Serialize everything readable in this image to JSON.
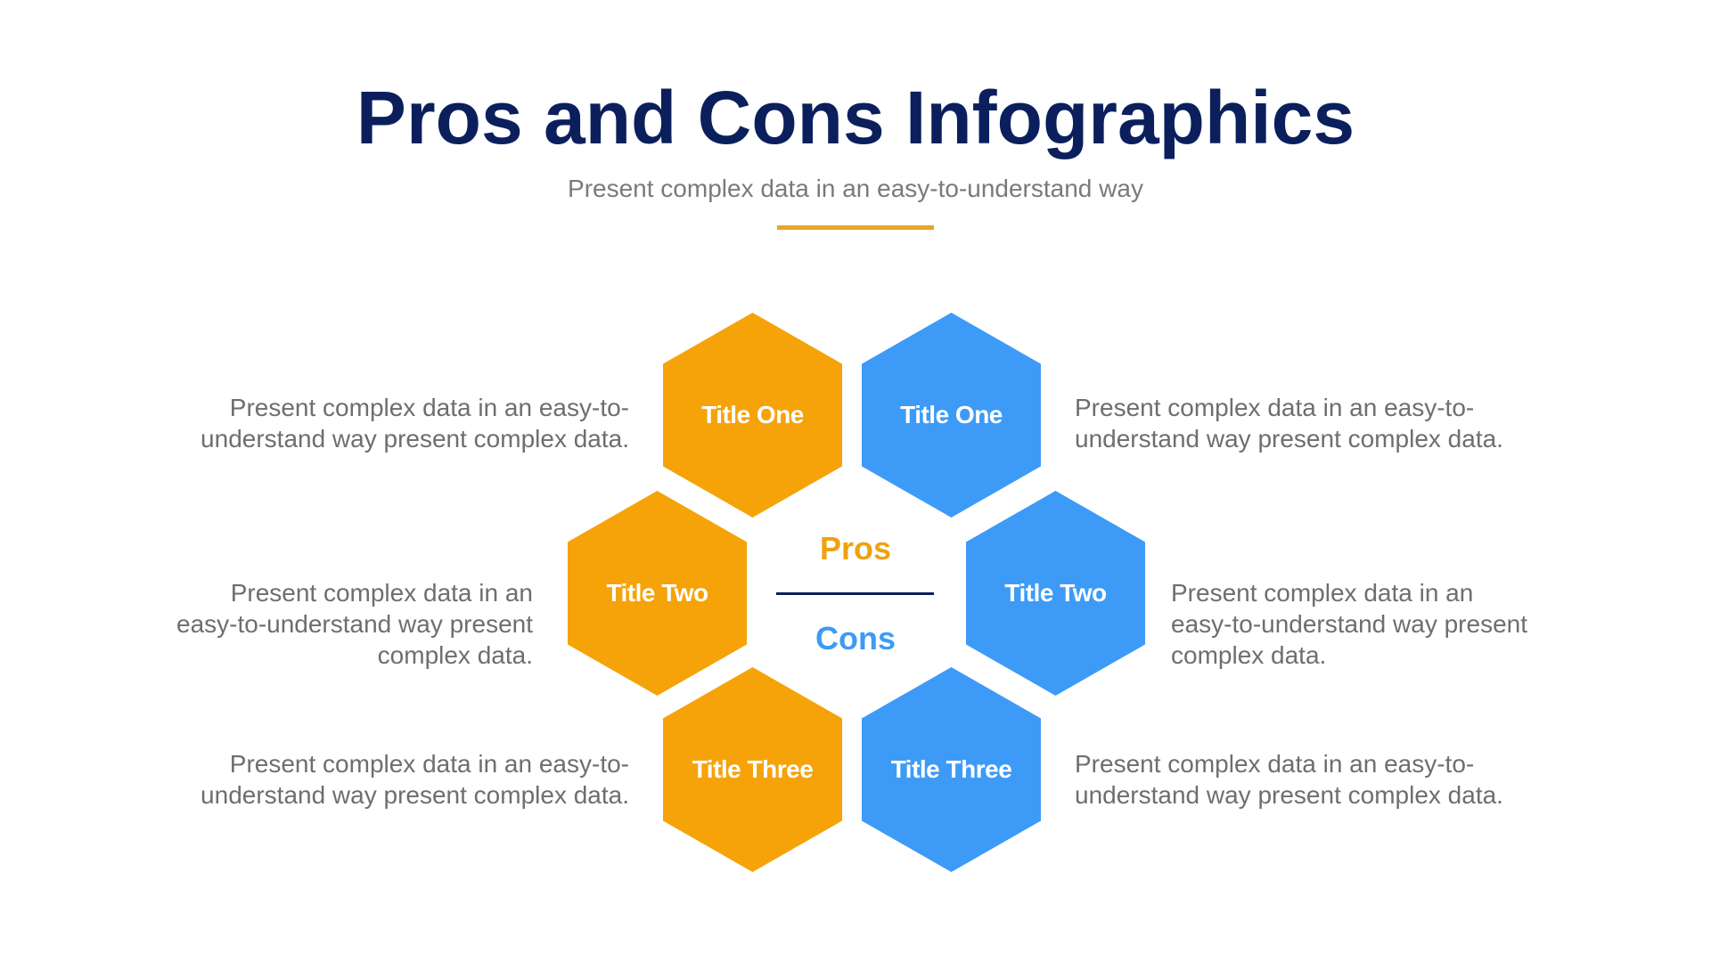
{
  "header": {
    "title": "Pros and Cons Infographics",
    "subtitle": "Present complex data in an easy-to-understand way"
  },
  "colors": {
    "title": "#0B1F5C",
    "accent_rule": "#E8A628",
    "pros": "#F5A309",
    "cons": "#3D9BF7",
    "body_text": "#6e6e6e"
  },
  "center": {
    "pros_label": "Pros",
    "cons_label": "Cons"
  },
  "pros": [
    {
      "title": "Title One",
      "description": "Present complex data in an easy-to-\nunderstand way present complex data."
    },
    {
      "title": "Title Two",
      "description": "Present complex data in an\neasy-to-understand way present\ncomplex data."
    },
    {
      "title": "Title Three",
      "description": "Present complex data in an easy-to-\nunderstand way present complex data."
    }
  ],
  "cons": [
    {
      "title": "Title One",
      "description": "Present complex data in an easy-to-\nunderstand way present complex data."
    },
    {
      "title": "Title Two",
      "description": "Present complex data in an\neasy-to-understand way present\ncomplex data."
    },
    {
      "title": "Title Three",
      "description": "Present complex data in an easy-to-\nunderstand way present complex data."
    }
  ]
}
